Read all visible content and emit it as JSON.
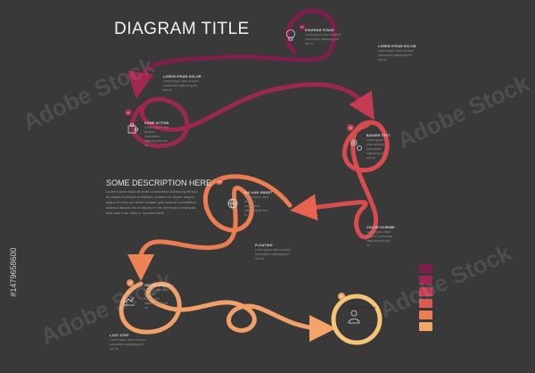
{
  "title": "DIAGRAM TITLE",
  "description": {
    "title": "SOME DESCRIPTION HERE",
    "text": "Lorem ipsum dolor sit amet consectetur adipiscing elit sed do eiusmod tempor incididunt ut labore et dolore magna aliqua ut enim ad minim veniam quis nostrud exercitation ullamco laboris nisi ut aliquip ex ea commodo consequat duis aute irure dolor in reprehenderit"
  },
  "steps": [
    {
      "number": "01",
      "title": "DIAGRAM STAGE",
      "icon": "lightbulb-icon"
    },
    {
      "number": "02",
      "title": "SOME ACTION",
      "icon": "puzzle-icon"
    },
    {
      "number": "03",
      "title": "BIGGER TEXT",
      "icon": "gears-icon"
    },
    {
      "number": "04",
      "title": "BIG AND SMART",
      "icon": "globe-icon"
    },
    {
      "number": "05",
      "title": "GRAPH STAGE",
      "icon": "chart-icon"
    },
    {
      "number": "06",
      "title": "CHANGE BEGAN",
      "icon": "person-icon"
    }
  ],
  "labels": {
    "lorem_top": "LOREM IPSUM DOLOR",
    "lorem_left": "LOREM IPSUM DOLOR",
    "color_scheme": "COLOR SCHEME",
    "floating": "FLOATING",
    "last_step": "LAST STEP"
  },
  "lorem_short": "Lorem ipsum dolor sit amet consectetur adipiscing elit sed do",
  "palette": [
    "#7a1f4a",
    "#9c2850",
    "#c13a52",
    "#db5a4e",
    "#ec7f52",
    "#f1a866"
  ],
  "stock_id": "#1479658600",
  "watermark": "Adobe Stock"
}
